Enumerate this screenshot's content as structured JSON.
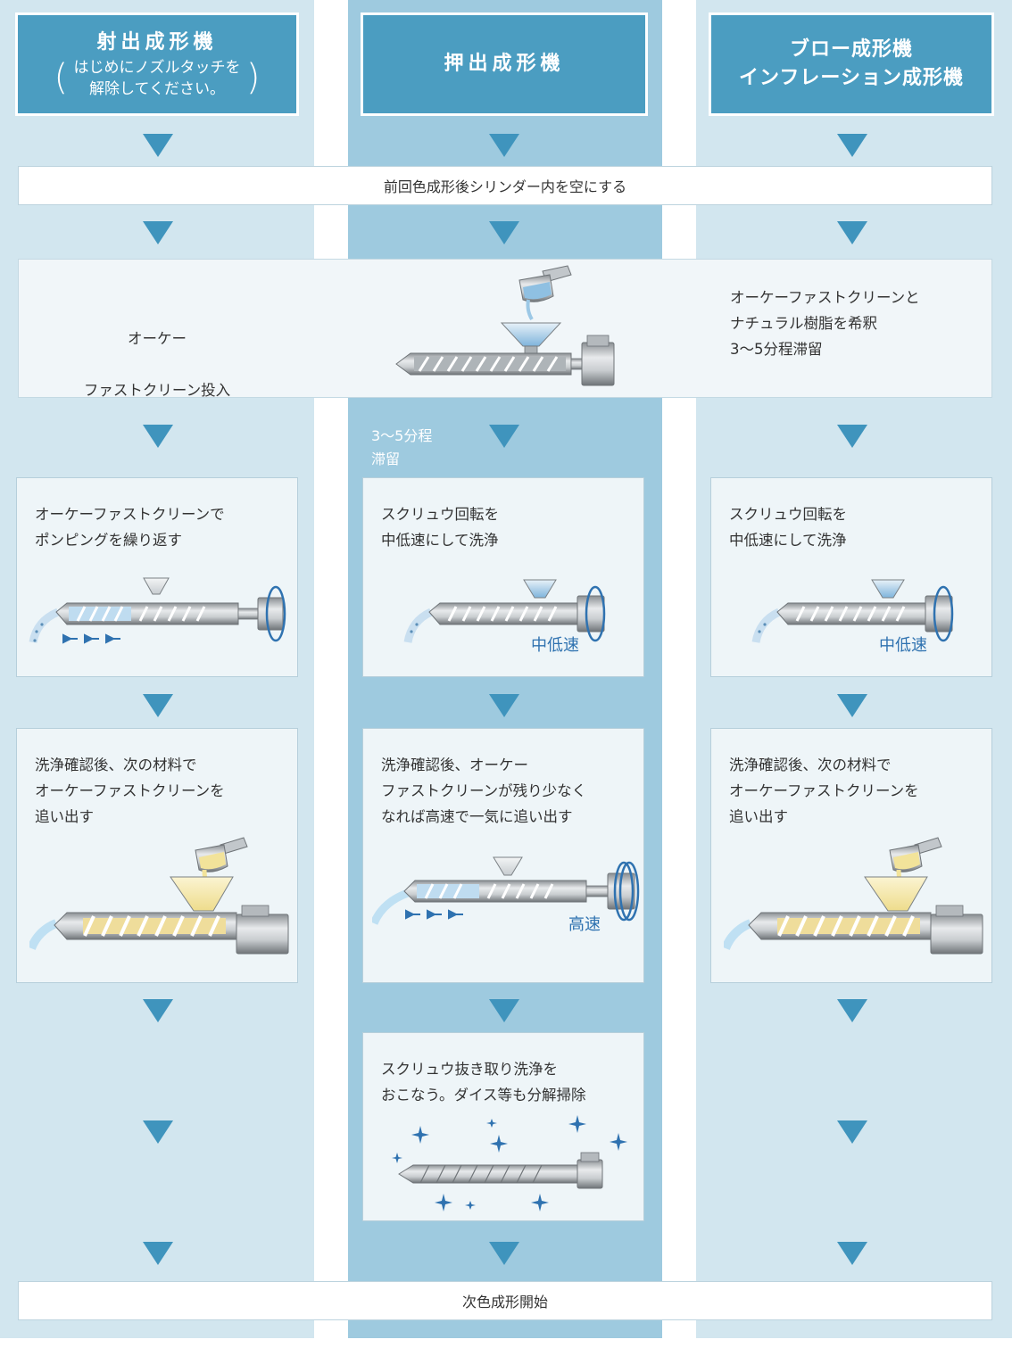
{
  "columns": [
    {
      "title": "射出成形機",
      "note_line1": "はじめにノズルタッチを",
      "note_line2": "解除してください。"
    },
    {
      "title": "押出成形機"
    },
    {
      "title_line1": "ブロー成形機",
      "title_line2": "インフレーション成形機"
    }
  ],
  "steps": {
    "empty_cylinder": "前回色成形後シリンダー内を空にする",
    "add_cleaner_line1": "オーケー",
    "add_cleaner_line2": "ファストクリーン投入",
    "dilute": "オーケーファストクリーンと\nナチュラル樹脂を希釈\n3〜5分程滞留",
    "dwell": "3〜5分程\n滞留",
    "pumping": "オーケーファストクリーンで\nポンピングを繰り返す",
    "rotate_mid_2": "スクリュウ回転を\n中低速にして洗浄",
    "rotate_mid_3": "スクリュウ回転を\n中低速にして洗浄",
    "flush_out_1": "洗浄確認後、次の材料で\nオーケーファストクリーンを\n追い出す",
    "flush_high_2": "洗浄確認後、オーケー\nファストクリーンが残り少なく\nなれば高速で一気に追い出す",
    "flush_out_3": "洗浄確認後、次の材料で\nオーケーファストクリーンを\n追い出す",
    "screw_removal": "スクリュウ抜き取り洗浄を\nおこなう。ダイス等も分解掃除",
    "next_color": "次色成形開始"
  },
  "labels": {
    "mid_low_2": "中低速",
    "mid_low_3": "中低速",
    "high": "高速"
  },
  "colors": {
    "header_bg": "#4b9dc1",
    "arrow": "#3f94bd",
    "col_light": "#d2e6ef",
    "col_mid": "#9ecadf",
    "speed_text": "#2f72b0"
  }
}
